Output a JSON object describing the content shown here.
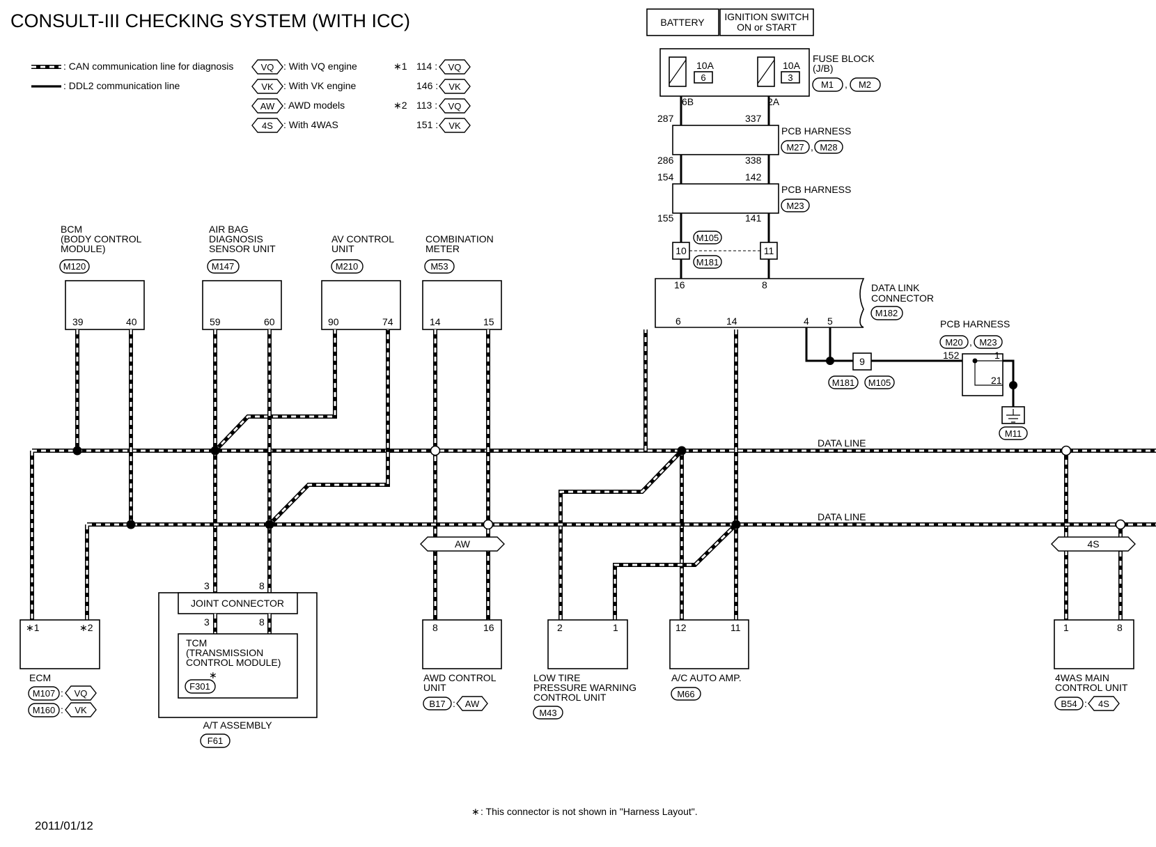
{
  "title": "CONSULT-III CHECKING SYSTEM (WITH ICC)",
  "legend": {
    "can": ": CAN communication line for diagnosis",
    "ddl2": ": DDL2 communication line",
    "codes": [
      {
        "code": "VQ",
        "text": ": With VQ engine"
      },
      {
        "code": "VK",
        "text": ": With VK engine"
      },
      {
        "code": "AW",
        "text": ": AWD models"
      },
      {
        "code": "4S",
        "text": ": With 4WAS"
      }
    ],
    "notes": [
      {
        "mark": "∗1",
        "pin": "114 :",
        "code": "VQ"
      },
      {
        "mark": "",
        "pin": "146 :",
        "code": "VK"
      },
      {
        "mark": "∗2",
        "pin": "113 :",
        "code": "VQ"
      },
      {
        "mark": "",
        "pin": "151 :",
        "code": "VK"
      }
    ]
  },
  "power": {
    "battery": "BATTERY",
    "ignition_l1": "IGNITION SWITCH",
    "ignition_l2": "ON or START",
    "fuse_block_l1": "FUSE BLOCK",
    "fuse_block_l2": "(J/B)",
    "fuse_block_conn1": "M1",
    "fuse_block_conn2": "M2",
    "fuse_left_amp": "10A",
    "fuse_left_num": "6",
    "fuse_right_amp": "10A",
    "fuse_right_num": "3",
    "fuse_left_term": "6B",
    "fuse_right_term": "2A"
  },
  "pcb_harness_1": {
    "label": "PCB HARNESS",
    "conn1": "M27",
    "conn2": "M28",
    "pins": [
      "287",
      "337",
      "286",
      "338"
    ]
  },
  "pcb_harness_2": {
    "label": "PCB HARNESS",
    "conn": "M23",
    "pins": [
      "154",
      "142",
      "155",
      "141"
    ]
  },
  "joint_m105": {
    "conn1": "M105",
    "conn2": "M181",
    "pin_left": "10",
    "pin_right": "11"
  },
  "data_link_connector": {
    "label_l1": "DATA LINK",
    "label_l2": "CONNECTOR",
    "conn": "M182",
    "pins": [
      "16",
      "8",
      "6",
      "14",
      "4",
      "5"
    ]
  },
  "ground_branch": {
    "pin9": "9",
    "conn_a": "M181",
    "conn_b": "M105",
    "pcb_label": "PCB HARNESS",
    "pcb_conn1": "M20",
    "pcb_conn2": "M23",
    "pins": [
      "152",
      "1",
      "21"
    ],
    "ground": "M11"
  },
  "modules_top": [
    {
      "l1": "BCM",
      "l2": "(BODY CONTROL",
      "l3": " MODULE)",
      "conn": "M120",
      "pins": [
        "39",
        "40"
      ]
    },
    {
      "l1": "AIR BAG",
      "l2": "DIAGNOSIS",
      "l3": "SENSOR UNIT",
      "conn": "M147",
      "pins": [
        "59",
        "60"
      ]
    },
    {
      "l1": "AV CONTROL",
      "l2": "UNIT",
      "l3": "",
      "conn": "M210",
      "pins": [
        "90",
        "74"
      ]
    },
    {
      "l1": "COMBINATION",
      "l2": "METER",
      "l3": "",
      "conn": "M53",
      "pins": [
        "14",
        "15"
      ]
    }
  ],
  "data_lines": [
    "DATA LINE",
    "DATA LINE"
  ],
  "option_tags": [
    "AW",
    "4S"
  ],
  "ecm": {
    "label": "ECM",
    "pins": [
      "∗1",
      "∗2"
    ],
    "conn1": "M107",
    "code1": "VQ",
    "conn2": "M160",
    "code2": "VK"
  },
  "at_assembly": {
    "joint": "JOINT CONNECTOR",
    "joint_pins": [
      "3",
      "8"
    ],
    "tcm_pins": [
      "3",
      "8"
    ],
    "tcm_l1": "TCM",
    "tcm_l2": "(TRANSMISSION",
    "tcm_l3": " CONTROL MODULE)",
    "tcm_mark": "∗",
    "tcm_conn": "F301",
    "label": "A/T ASSEMBLY",
    "conn": "F61"
  },
  "modules_bottom": [
    {
      "l1": "AWD CONTROL",
      "l2": "UNIT",
      "l3": "",
      "pins": [
        "8",
        "16"
      ],
      "conn": "B17",
      "code": "AW"
    },
    {
      "l1": "LOW TIRE",
      "l2": "PRESSURE WARNING",
      "l3": "CONTROL UNIT",
      "pins": [
        "2",
        "1"
      ],
      "conn": "M43",
      "code": ""
    },
    {
      "l1": "A/C AUTO AMP.",
      "l2": "",
      "l3": "",
      "pins": [
        "12",
        "11"
      ],
      "conn": "M66",
      "code": ""
    },
    {
      "l1": "4WAS MAIN",
      "l2": "CONTROL UNIT",
      "l3": "",
      "pins": [
        "1",
        "8"
      ],
      "conn": "B54",
      "code": "4S"
    }
  ],
  "footnote_mark": "∗",
  "footnote": ": This connector is not shown in \"Harness Layout\".",
  "date": "2011/01/12"
}
